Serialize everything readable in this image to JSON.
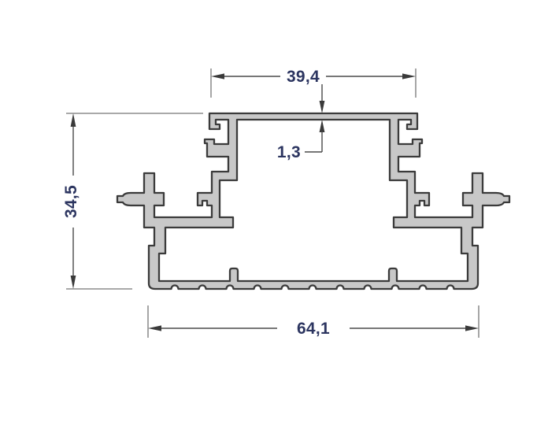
{
  "drawing": {
    "type": "technical-cross-section",
    "dimensions": {
      "top_width": "39,4",
      "wall_thickness": "1,3",
      "overall_height": "34,5",
      "base_width": "64,1"
    },
    "colors": {
      "background": "#ffffff",
      "profile_fill": "#c8c8c8",
      "profile_outline": "#3b3b3b",
      "dimension_line": "#4a4a4a",
      "extension_line": "#767676",
      "dimension_text": "#2c3560"
    }
  }
}
